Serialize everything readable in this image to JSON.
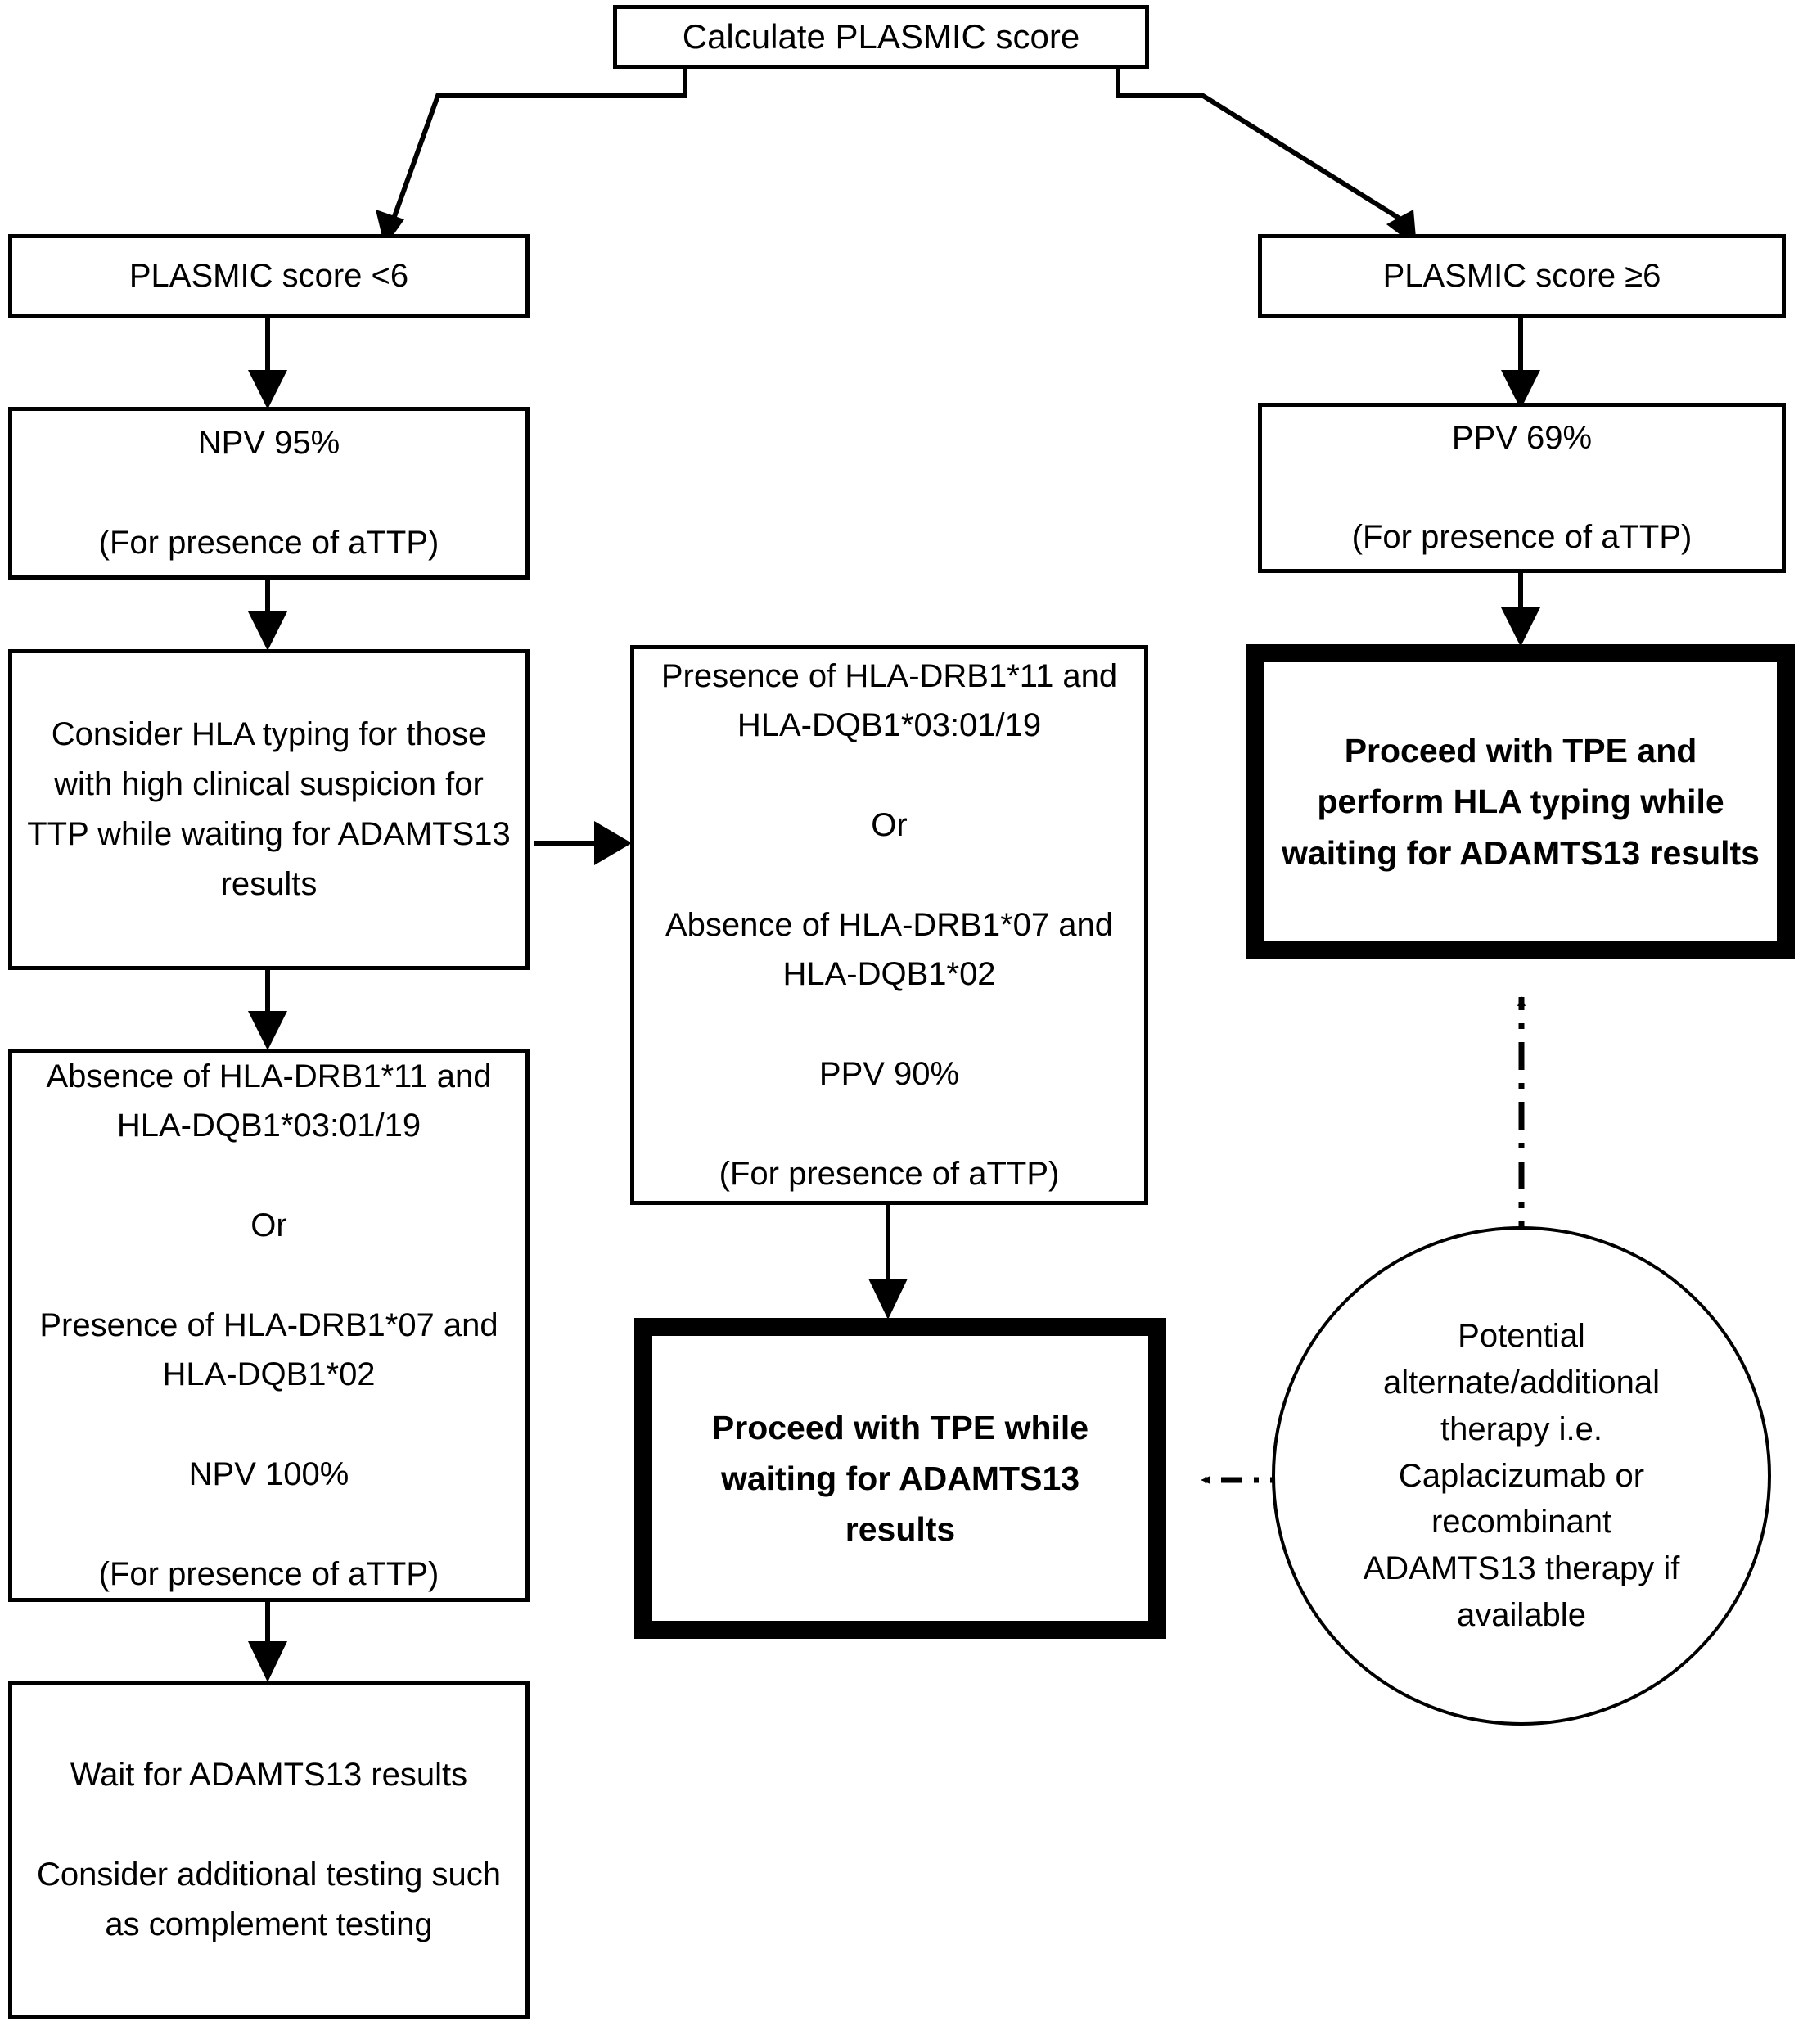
{
  "diagram": {
    "title_node": {
      "id": "calculate-plasmic-score",
      "text": "Calculate PLASMIC score"
    },
    "nodes": [
      {
        "id": "plasmic-score-low",
        "text": "PLASMIC score <6"
      },
      {
        "id": "plasmic-score-high",
        "text": "PLASMIC score ≥6"
      },
      {
        "id": "npv-95",
        "text": "NPV 95%\n\n(For presence of aTTP)"
      },
      {
        "id": "ppv-69",
        "text": "PPV 69%\n\n(For presence of aTTP)"
      },
      {
        "id": "consider-hla-typing",
        "text": "Consider HLA typing for those with high clinical suspicion for TTP while waiting for ADAMTS13 results"
      },
      {
        "id": "hla-positive-criteria",
        "text": "Presence of HLA-DRB1*11 and HLA-DQB1*03:01/19\n\nOr\n\nAbsence of HLA-DRB1*07 and HLA-DQB1*02\n\nPPV 90%\n\n(For presence of aTTP)"
      },
      {
        "id": "proceed-tpe-hla-typing",
        "text": "Proceed with TPE and perform HLA typing while waiting for ADAMTS13 results"
      },
      {
        "id": "hla-negative-criteria",
        "text": "Absence of HLA-DRB1*11 and HLA-DQB1*03:01/19\n\nOr\n\nPresence of HLA-DRB1*07 and HLA-DQB1*02\n\nNPV 100%\n\n(For presence of aTTP)"
      },
      {
        "id": "proceed-tpe-waiting",
        "text": "Proceed with TPE while waiting for ADAMTS13 results"
      },
      {
        "id": "potential-alternate-therapy",
        "text": "Potential alternate/additional therapy i.e. Caplacizumab or recombinant ADAMTS13 therapy if available"
      },
      {
        "id": "wait-adamts13-results",
        "text": "Wait for ADAMTS13 results\n\nConsider additional testing such as complement testing"
      }
    ],
    "colors": {
      "stroke": "#000000",
      "fill": "#ffffff",
      "text": "#000000"
    }
  }
}
